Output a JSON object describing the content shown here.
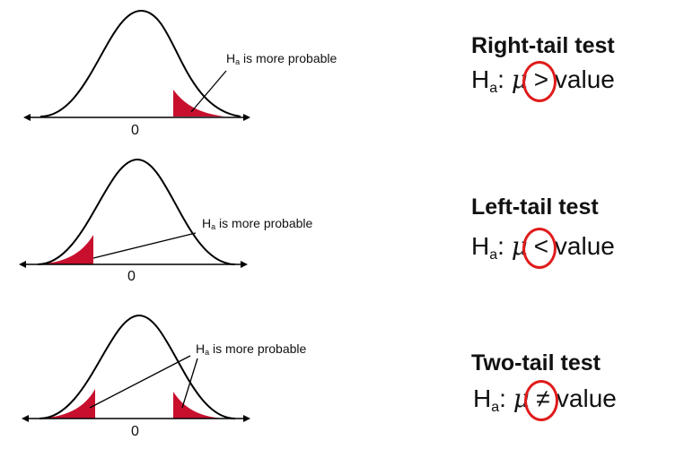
{
  "panels": [
    {
      "title": "Right-tail test",
      "hyp_symbol": "H",
      "hyp_sub": "a",
      "hyp_colon": ":",
      "mu": "μ",
      "operator": ">",
      "value": "value",
      "annotation_h": "H",
      "annotation_sub": "a",
      "annotation_text": " is more probable",
      "zero_label": "0",
      "tails": [
        "right"
      ]
    },
    {
      "title": "Left-tail test",
      "hyp_symbol": "H",
      "hyp_sub": "a",
      "hyp_colon": ":",
      "mu": "μ",
      "operator": "<",
      "value": "value",
      "annotation_h": "H",
      "annotation_sub": "a",
      "annotation_text": " is more probable",
      "zero_label": "0",
      "tails": [
        "left"
      ]
    },
    {
      "title": "Two-tail test",
      "hyp_symbol": "H",
      "hyp_sub": "a",
      "hyp_colon": ":",
      "mu": "μ",
      "operator": "≠",
      "value": "value",
      "annotation_h": "H",
      "annotation_sub": "a",
      "annotation_text": " is more probable",
      "zero_label": "0",
      "tails": [
        "left",
        "right"
      ]
    }
  ],
  "colors": {
    "tail_fill": "#c8102e",
    "circle": "#e01b1b",
    "line": "#000000"
  }
}
